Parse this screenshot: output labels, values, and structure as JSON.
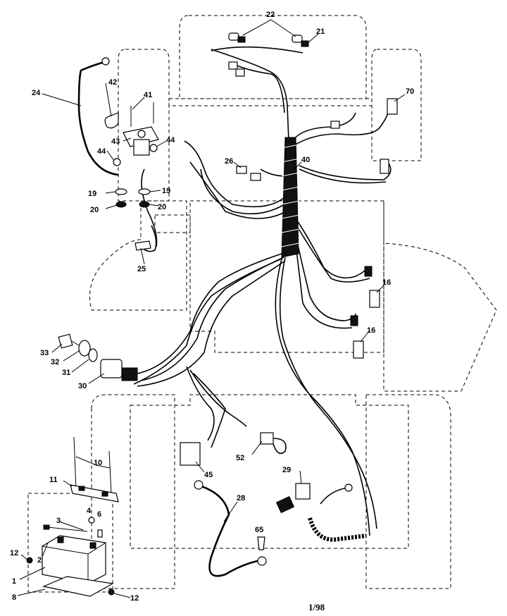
{
  "diagram": {
    "footer_code": "1/98",
    "callouts": [
      {
        "id": "c22",
        "text": "22"
      },
      {
        "id": "c21",
        "text": "21"
      },
      {
        "id": "c70",
        "text": "70"
      },
      {
        "id": "c24",
        "text": "24"
      },
      {
        "id": "c42",
        "text": "42"
      },
      {
        "id": "c41",
        "text": "41"
      },
      {
        "id": "c43",
        "text": "43"
      },
      {
        "id": "c44a",
        "text": "44"
      },
      {
        "id": "c44b",
        "text": "44"
      },
      {
        "id": "c26",
        "text": "26"
      },
      {
        "id": "c40",
        "text": "40"
      },
      {
        "id": "c19a",
        "text": "19"
      },
      {
        "id": "c19b",
        "text": "19"
      },
      {
        "id": "c20a",
        "text": "20"
      },
      {
        "id": "c20b",
        "text": "20"
      },
      {
        "id": "c25",
        "text": "25"
      },
      {
        "id": "c16a",
        "text": "16"
      },
      {
        "id": "c16b",
        "text": "16"
      },
      {
        "id": "c33",
        "text": "33"
      },
      {
        "id": "c32",
        "text": "32"
      },
      {
        "id": "c31",
        "text": "31"
      },
      {
        "id": "c30",
        "text": "30"
      },
      {
        "id": "c10",
        "text": "10"
      },
      {
        "id": "c52",
        "text": "52"
      },
      {
        "id": "c11",
        "text": "11"
      },
      {
        "id": "c45",
        "text": "45"
      },
      {
        "id": "c29",
        "text": "29"
      },
      {
        "id": "c28",
        "text": "28"
      },
      {
        "id": "c4",
        "text": "4"
      },
      {
        "id": "c6",
        "text": "6"
      },
      {
        "id": "c3",
        "text": "3"
      },
      {
        "id": "c65",
        "text": "65"
      },
      {
        "id": "c12a",
        "text": "12"
      },
      {
        "id": "c2",
        "text": "2"
      },
      {
        "id": "c1",
        "text": "1"
      },
      {
        "id": "c8",
        "text": "8"
      },
      {
        "id": "c12b",
        "text": "12"
      }
    ]
  }
}
